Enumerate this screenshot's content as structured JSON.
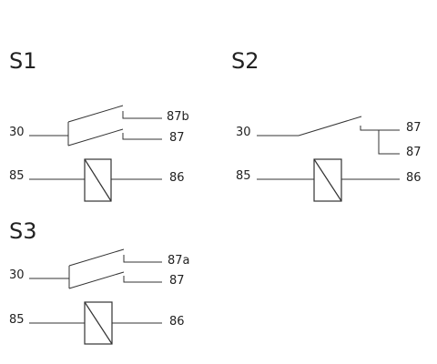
{
  "colors": {
    "line": "#333333",
    "text": "#222222",
    "background": "#ffffff"
  },
  "relays": [
    {
      "title": "S1",
      "type": "changeover",
      "pins": {
        "common": "30",
        "contact_top": "87b",
        "contact_bottom": "87",
        "coil_left": "85",
        "coil_right": "86"
      }
    },
    {
      "title": "S2",
      "type": "make-dual-output",
      "pins": {
        "common": "30",
        "output_top": "87",
        "output_bottom": "87",
        "coil_left": "85",
        "coil_right": "86"
      }
    },
    {
      "title": "S3",
      "type": "changeover",
      "pins": {
        "common": "30",
        "contact_top": "87a",
        "contact_bottom": "87",
        "coil_left": "85",
        "coil_right": "86"
      }
    }
  ]
}
